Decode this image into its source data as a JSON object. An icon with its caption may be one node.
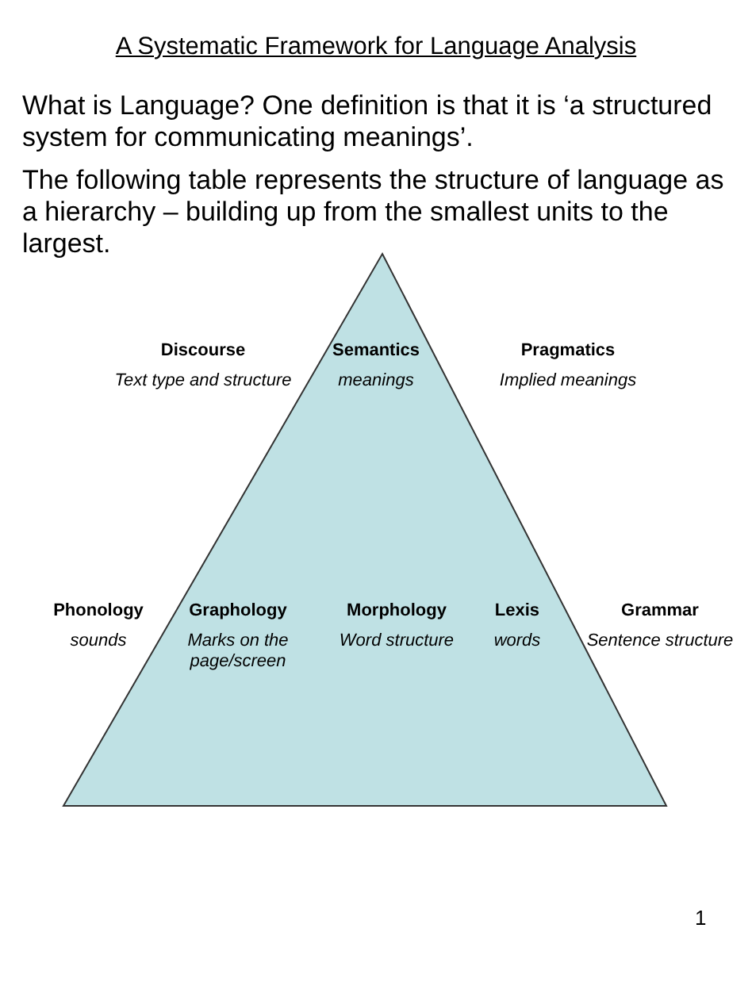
{
  "diagram": {
    "title": "A Systematic Framework for Language Analysis",
    "labels": [
      "What is Language? One definition is that it is ‘a structured system for communicating meanings’.",
      "The following table represents the structure of language as a hierarchy – building up from the smallest units to the largest.",
      "Discourse",
      "Semantics",
      "Pragmatics",
      "Text type and structure",
      "meanings",
      "Implied meanings",
      "Phonology",
      "Graphology",
      "Morphology",
      "Lexis",
      "Grammar",
      "sounds",
      "Marks on the page/screen",
      "Word structure",
      "words",
      "Sentence structure",
      "1"
    ]
  }
}
